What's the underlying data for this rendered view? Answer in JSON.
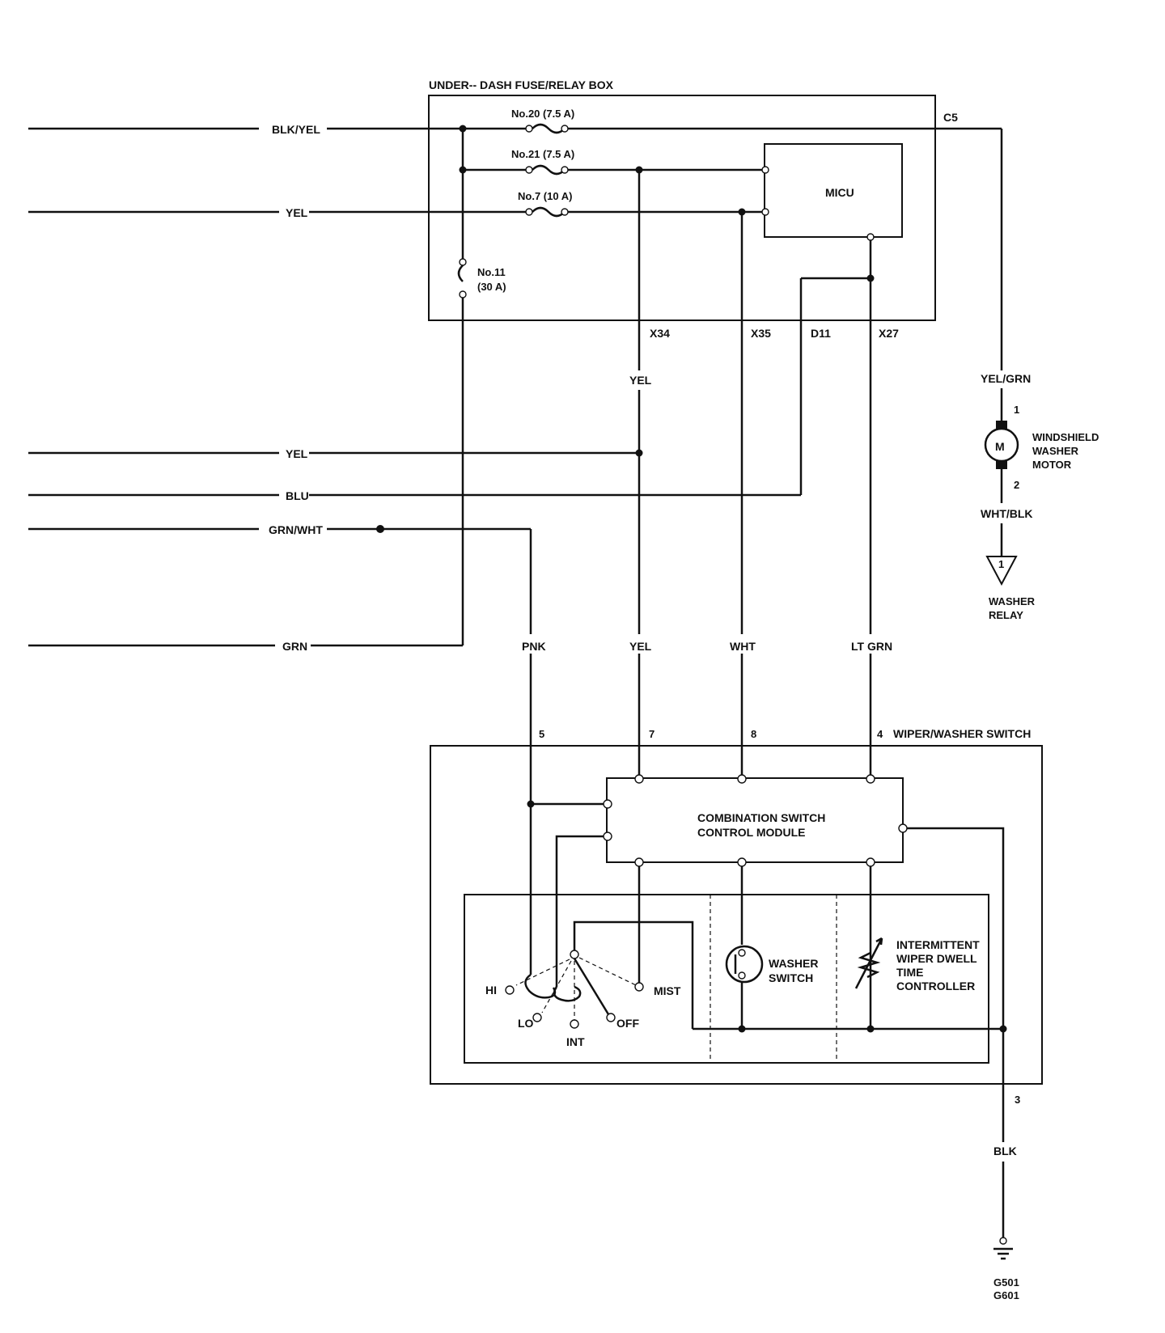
{
  "fuse_box": {
    "title": "UNDER-- DASH FUSE/RELAY BOX",
    "fuse20": "No.20 (7.5 A)",
    "fuse21": "No.21 (7.5 A)",
    "fuse7": "No.7 (10 A)",
    "fuse11_a": "No.11",
    "fuse11_b": "(30 A)",
    "micu": "MICU",
    "c5": "C5",
    "x34": "X34",
    "x35": "X35",
    "d11": "D11",
    "x27": "X27"
  },
  "wires": {
    "blk_yel": "BLK/YEL",
    "yel_top": "YEL",
    "yel_mid": "YEL",
    "yel_left": "YEL",
    "blu": "BLU",
    "grn_wht": "GRN/WHT",
    "grn": "GRN",
    "pnk": "PNK",
    "yel_lower": "YEL",
    "wht": "WHT",
    "lt_grn": "LT GRN",
    "yel_grn": "YEL/GRN",
    "wht_blk": "WHT/BLK",
    "blk": "BLK"
  },
  "washer_motor": {
    "symbol": "M",
    "line1": "WINDSHIELD",
    "line2": "WASHER",
    "line3": "MOTOR",
    "pin1": "1",
    "pin2": "2"
  },
  "washer_relay": {
    "pin": "1",
    "line1": "WASHER",
    "line2": "RELAY"
  },
  "switch": {
    "title": "WIPER/WASHER SWITCH",
    "pin5": "5",
    "pin7": "7",
    "pin8": "8",
    "pin4": "4",
    "pin3": "3",
    "module_line1": "COMBINATION SWITCH",
    "module_line2": "CONTROL MODULE",
    "hi": "HI",
    "lo": "LO",
    "int": "INT",
    "off": "OFF",
    "mist": "MIST",
    "washer_sw1": "WASHER",
    "washer_sw2": "SWITCH",
    "idc1": "INTERMITTENT",
    "idc2": "WIPER DWELL",
    "idc3": "TIME",
    "idc4": "CONTROLLER"
  },
  "ground": {
    "line1": "G501",
    "line2": "G601"
  }
}
